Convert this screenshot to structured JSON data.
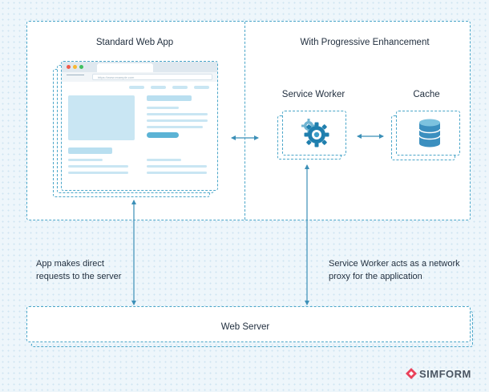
{
  "sections": {
    "standard_title": "Standard Web App",
    "progressive_title": "With Progressive Enhancement"
  },
  "nodes": {
    "service_worker": "Service Worker",
    "cache": "Cache",
    "web_server": "Web Server"
  },
  "notes": {
    "direct": "App makes direct\nrequests to the server",
    "proxy": "Service Worker acts as a network\nproxy for the application"
  },
  "browser": {
    "url": "https://www.example.com"
  },
  "icons": {
    "service_worker": "gear-icon",
    "cache": "database-icon"
  },
  "brand": {
    "name": "SIMFORM",
    "logo_color": "#e9415a"
  },
  "colors": {
    "dashed_border": "#4aa6c9",
    "arrow": "#3b8fb7",
    "background": "#eef6fb"
  }
}
